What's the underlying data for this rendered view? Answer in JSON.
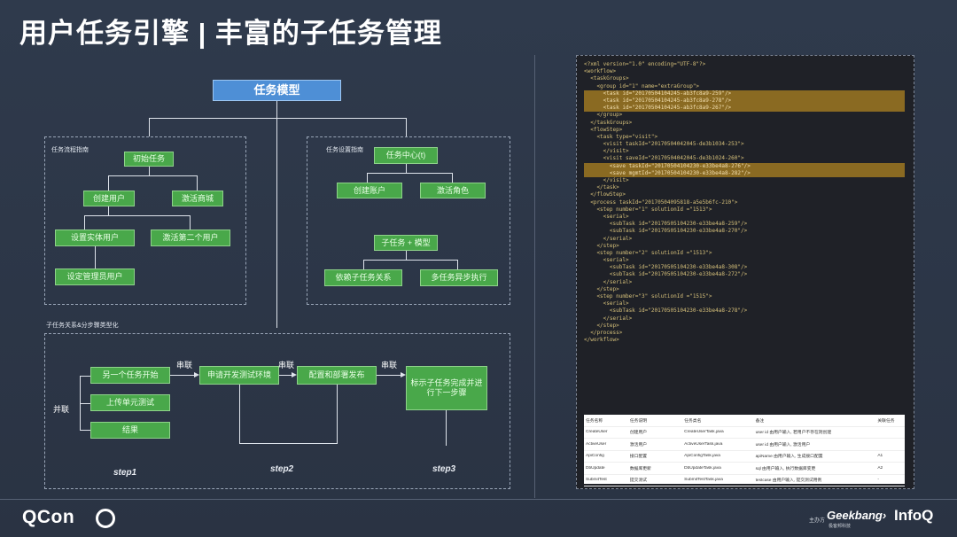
{
  "title": "用户任务引擎 | 丰富的子任务管理",
  "diagram": {
    "root": "任务模型",
    "sections": {
      "left": "任务流程指南",
      "right": "任务设置指南",
      "bottom": "子任务关系&分步骤类型化"
    },
    "left_nodes": [
      "初始任务",
      "创建用户",
      "激活商城",
      "设置实体用户",
      "激活第二个用户",
      "设定管理员用户"
    ],
    "right_nodes": [
      "任务中心(t)",
      "创建账户",
      "激活角色",
      "子任务 + 模型",
      "依赖子任务关系",
      "多任务异步执行"
    ],
    "bottom": {
      "parallel_label": "并联",
      "series_label": "串联",
      "p1": "另一个任务开始",
      "p2": "上传单元测试",
      "p3": "结果",
      "s1": "申请开发测试环境",
      "s2": "配置和部署发布",
      "s3": "标示子任务完成并进行下一步骤",
      "step1": "step1",
      "step2": "step2",
      "step3": "step3"
    }
  },
  "xml": {
    "lines": [
      "<?xml version=\"1.0\" encoding=\"UTF-8\"?>",
      "<workflow>",
      "  <taskGroups>",
      "    <group id=\"1\" name=\"extraGroup\">",
      "      <task id=\"20170504104245-ab3fc8a9-259\"/>",
      "      <task id=\"20170504104245-ab3fc8a9-278\"/>",
      "      <task id=\"20170504104245-ab3fc8a9-267\"/>",
      "    </group>",
      "  </taskGroups>",
      "  <flowStep>",
      "    <task type=\"visit\">",
      "      <visit taskId=\"20170504042045-de3b1034-253\">",
      "      </visit>",
      "      <visit saveId=\"20170504042045-de3b1024-260\">",
      "        <save taskId=\"20170504104230-e33be4a8-276\"/>",
      "        <save mgmtId=\"20170504104230-e33be4a8-282\"/>",
      "      </visit>",
      "    </task>",
      "  </flowStep>",
      "  <process taskId=\"20170504095818-a5e5b6fc-210\">",
      "    <step number=\"1\" solutionId =\"1513\">",
      "      <serial>",
      "        <subTask id=\"20170505104230-e33be4a8-259\"/>",
      "        <subTask id=\"20170505104230-e33be4a8-270\"/>",
      "      </serial>",
      "    </step>",
      "    <step number=\"2\" solutionId =\"1513\">",
      "      <serial>",
      "        <subTask id=\"20170505104230-e33be4a8-308\"/>",
      "        <subTask id=\"20170505104230-e33be4a8-272\"/>",
      "      </serial>",
      "    </step>",
      "    <step number=\"3\" solutionId =\"1515\">",
      "      <serial>",
      "        <subTask id=\"20170505104230-e33be4a8-278\"/>",
      "      </serial>",
      "    </step>",
      "  </process>",
      "</workflow>"
    ],
    "highlighted_lines": [
      4,
      5,
      6,
      14,
      15
    ],
    "table": {
      "headers": [
        "任务名称",
        "任务说明",
        "任务类名",
        "备注",
        "关联任务"
      ],
      "rows": [
        [
          "CreateUser",
          "创建用户",
          "CreateUserTask.java",
          "user id 由用户输入, 若用户不存在则创建",
          ""
        ],
        [
          "ActiveUser",
          "激活用户",
          "ActiveUserTask.java",
          "user id 由用户输入, 激活用户",
          ""
        ],
        [
          "ApiConfig",
          "接口配置",
          "ApiConfigTask.java",
          "apiName 由用户输入, 生成接口配置",
          "A1"
        ],
        [
          "DbUpdate",
          "数据库更新",
          "DbUpdateTask.java",
          "sql 由用户输入, 执行数据库变更",
          "A2"
        ],
        [
          "SubmitTest",
          "提交测试",
          "SubmitTestTask.java",
          "testcase 由用户输入, 提交测试用例",
          "-"
        ]
      ]
    }
  },
  "footer": {
    "qcon": "QCon",
    "organizer_small": "主办方",
    "geekbang": "Geekbang›",
    "geekbang_sub": "极客邦科技",
    "infoq": "InfoQ"
  },
  "colors": {
    "background": "#2f3a4c",
    "node_green": "#49a84a",
    "root_blue": "#4e8fd6",
    "xml_highlight": "#8a6a22"
  }
}
